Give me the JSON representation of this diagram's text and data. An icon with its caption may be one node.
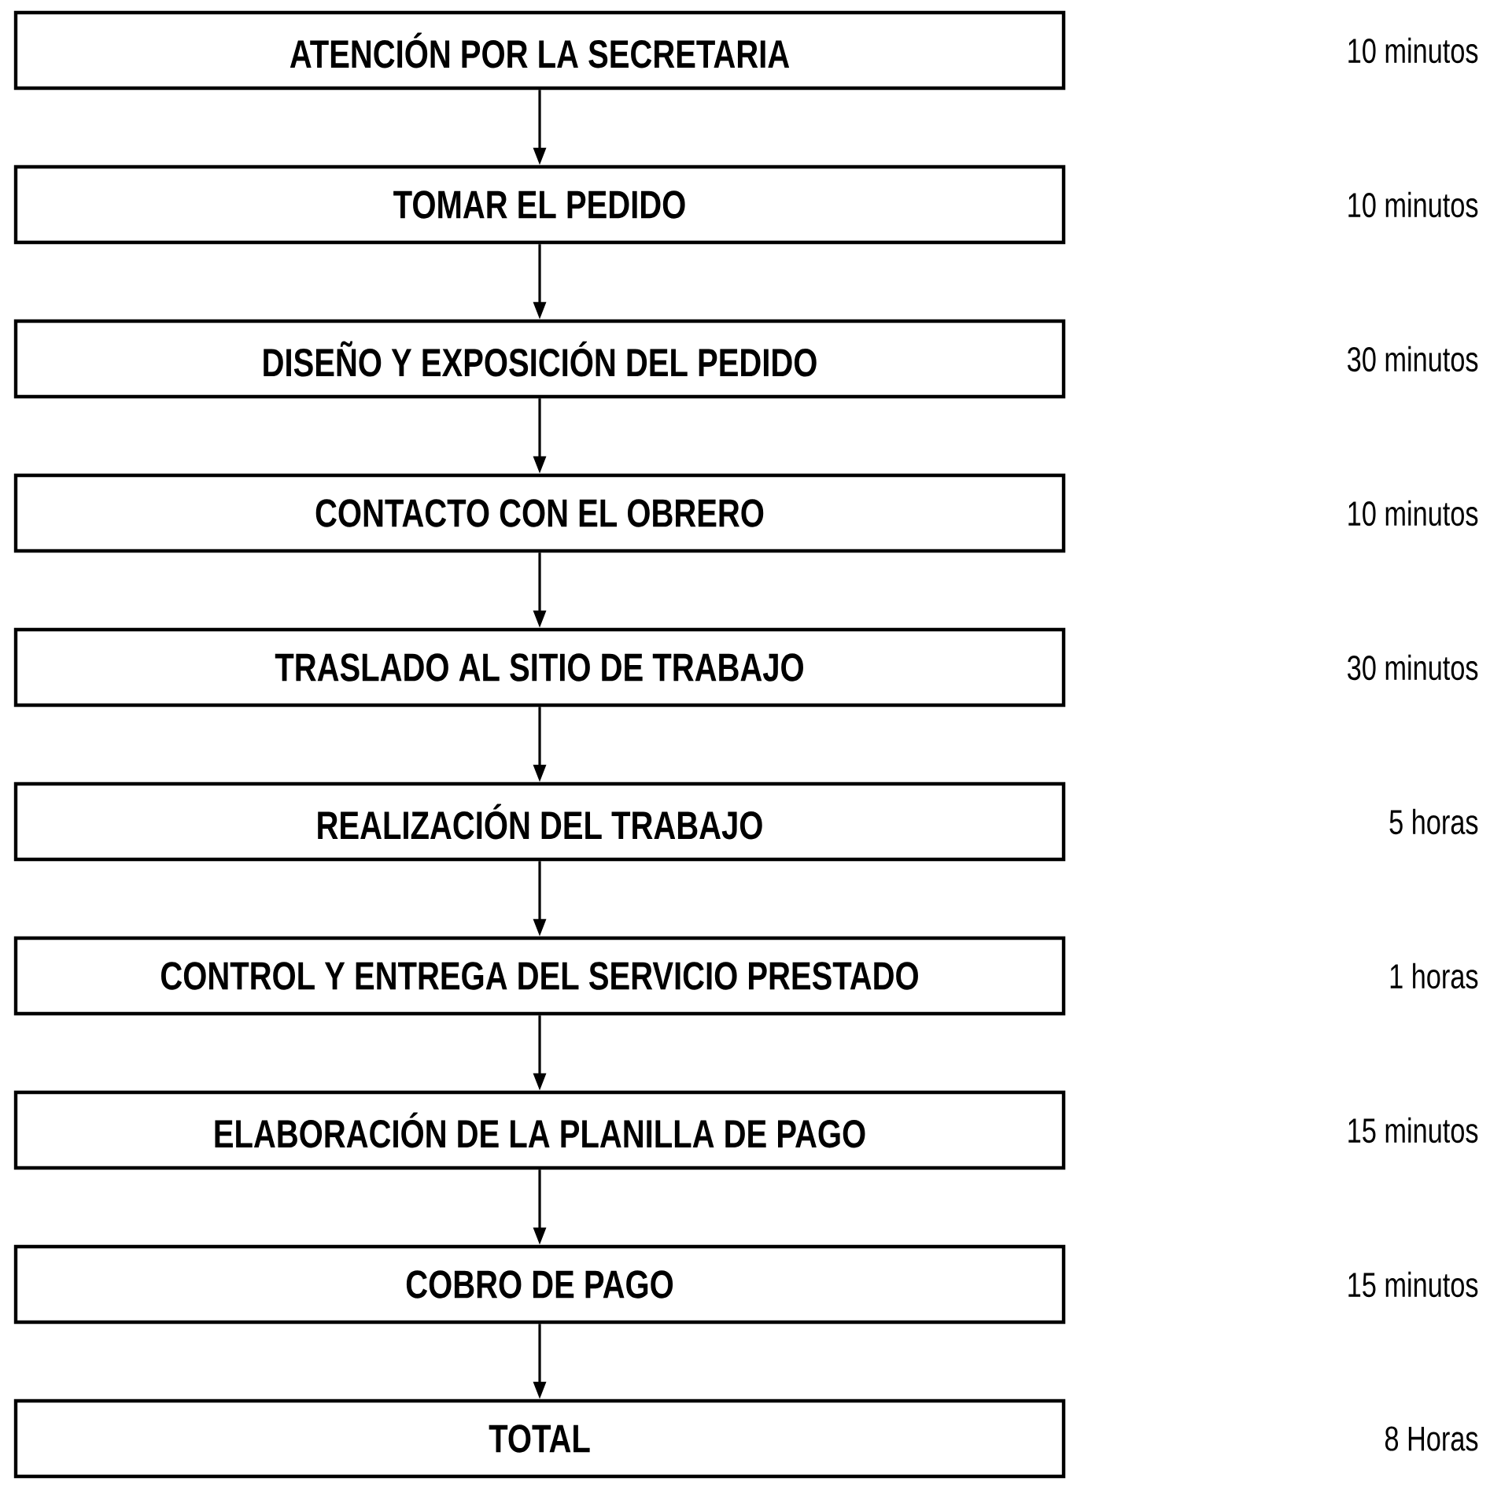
{
  "diagram": {
    "nodes": [
      {
        "text": [
          "ATENCIÓN POR LA SECRETARIA"
        ]
      },
      {
        "text": [
          "TOMAR EL PEDIDO"
        ]
      },
      {
        "text": [
          "DISEÑO Y EXPOSICIÓN DEL PEDIDO"
        ]
      },
      {
        "text": [
          "CONTACTO CON EL OBRERO"
        ]
      },
      {
        "text": [
          "TRASLADO AL SITIO DE TRABAJO"
        ]
      },
      {
        "text": [
          "REALIZACIÓN DEL TRABAJO"
        ]
      },
      {
        "text": [
          "CONTROL Y ENTREGA DEL SERVICIO PRESTADO"
        ]
      },
      {
        "text": [
          "ELABORACIÓN DE LA PLANILLA DE PAGO"
        ]
      },
      {
        "text": [
          "COBRO DE PAGO"
        ]
      },
      {
        "text": [
          "TOTAL"
        ]
      }
    ],
    "edges": [
      {
        "from": 0,
        "to": 1,
        "arrow": "to"
      },
      {
        "from": 1,
        "to": 2,
        "arrow": "to"
      },
      {
        "from": 2,
        "to": 3,
        "arrow": "to"
      },
      {
        "from": 3,
        "to": 4,
        "arrow": "to"
      },
      {
        "from": 4,
        "to": 5,
        "arrow": "to"
      },
      {
        "from": 5,
        "to": 6,
        "arrow": "to"
      },
      {
        "from": 6,
        "to": 7,
        "arrow": "to"
      },
      {
        "from": 7,
        "to": 8,
        "arrow": "to"
      },
      {
        "from": 8,
        "to": 9,
        "arrow": "to"
      }
    ],
    "labels": [
      "10 minutos",
      "10 minutos",
      "30 minutos",
      "10 minutos",
      "30 minutos",
      "5 horas",
      "1 horas",
      "15 minutos",
      "15 minutos",
      "8 Horas"
    ]
  }
}
